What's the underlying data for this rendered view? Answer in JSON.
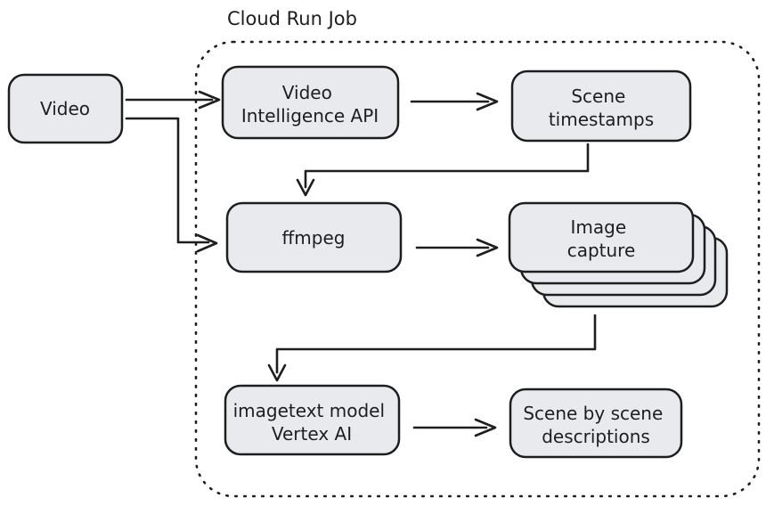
{
  "diagram": {
    "title": "Cloud Run Job",
    "type": "flowchart",
    "colors": {
      "node_fill": "#e8eaed",
      "node_stroke": "#1e1e1e",
      "text": "#1e1e1e",
      "arrow": "#1e1e1e",
      "background": "#ffffff"
    },
    "container": {
      "label": "Cloud Run Job",
      "border_style": "dotted-rounded"
    },
    "nodes": [
      {
        "id": "video",
        "lines": [
          "Video"
        ]
      },
      {
        "id": "video-intelligence-api",
        "lines": [
          "Video",
          "Intelligence API"
        ]
      },
      {
        "id": "scene-timestamps",
        "lines": [
          "Scene",
          "timestamps"
        ]
      },
      {
        "id": "ffmpeg",
        "lines": [
          "ffmpeg"
        ]
      },
      {
        "id": "image-capture",
        "lines": [
          "Image",
          "capture"
        ],
        "stack_count": 4
      },
      {
        "id": "imagetext-model-vertex-ai",
        "lines": [
          "imagetext model",
          "Vertex AI"
        ]
      },
      {
        "id": "scene-by-scene-descriptions",
        "lines": [
          "Scene by scene",
          "descriptions"
        ]
      }
    ],
    "edges": [
      {
        "from": "video",
        "to": "video-intelligence-api"
      },
      {
        "from": "video",
        "to": "ffmpeg"
      },
      {
        "from": "video-intelligence-api",
        "to": "scene-timestamps"
      },
      {
        "from": "scene-timestamps",
        "to": "ffmpeg"
      },
      {
        "from": "ffmpeg",
        "to": "image-capture"
      },
      {
        "from": "image-capture",
        "to": "imagetext-model-vertex-ai"
      },
      {
        "from": "imagetext-model-vertex-ai",
        "to": "scene-by-scene-descriptions"
      }
    ]
  }
}
